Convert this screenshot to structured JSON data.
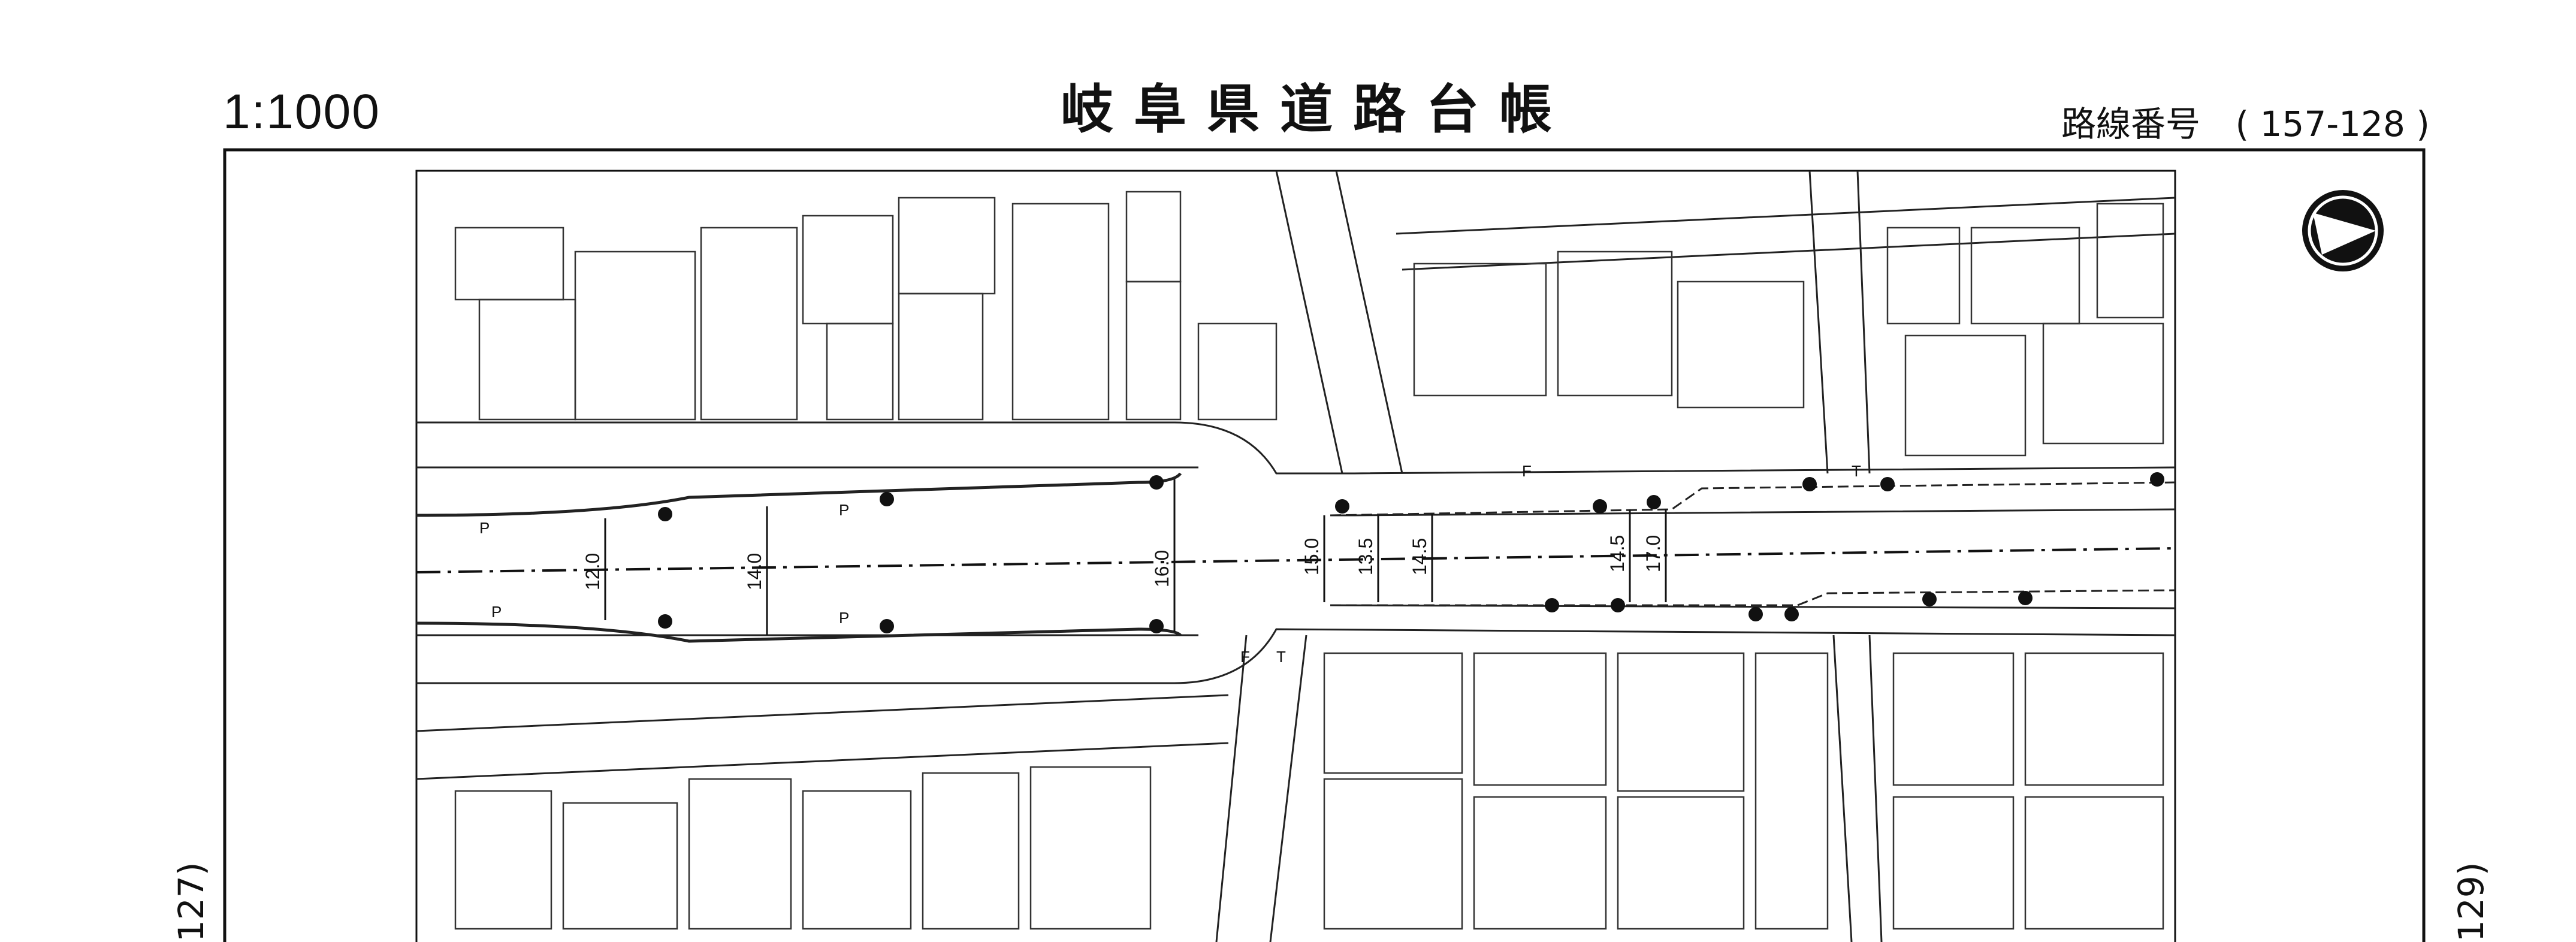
{
  "header": {
    "scale": "1:1000",
    "title": "岐阜県道路台帳",
    "route_label": "路線番号",
    "route_number": "( 157-128 )"
  },
  "sheet_links": {
    "left": "127)",
    "right": "129)"
  },
  "map": {
    "road_widths": [
      "12.0",
      "14.0",
      "16.0",
      "15.0",
      "13.5",
      "14.5",
      "14.5",
      "17.0"
    ],
    "north_arrow_icon": "north-arrow-icon",
    "symbol_labels": [
      "P",
      "F",
      "T"
    ]
  }
}
